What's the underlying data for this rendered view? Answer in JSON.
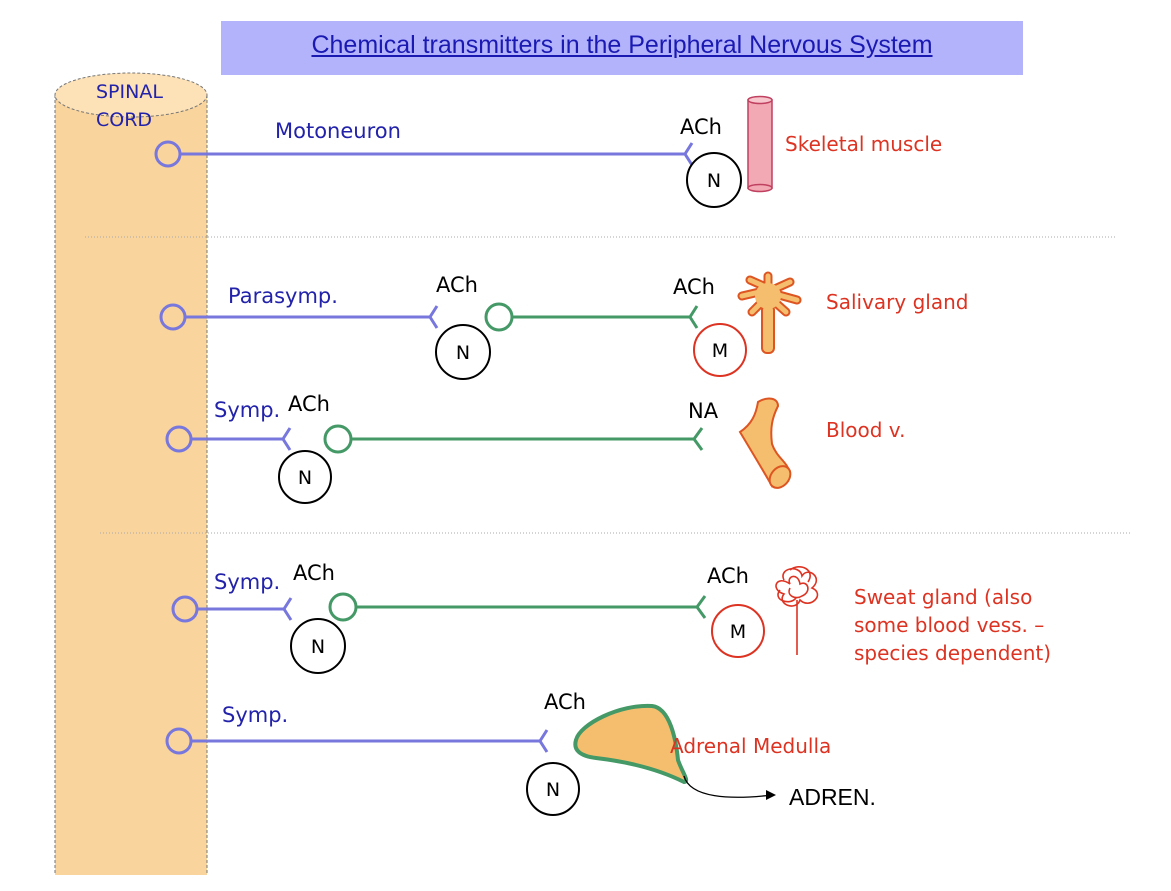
{
  "title": "Chemical transmitters in the Peripheral Nervous System",
  "spinal_cord": {
    "line1": "SPINAL",
    "line2": "CORD"
  },
  "pathways": {
    "motor": {
      "neuron": "Motoneuron",
      "transmitter": "ACh",
      "receptor": "N",
      "target": "Skeletal muscle"
    },
    "parasymp": {
      "neuron": "Parasymp.",
      "ganglion_transmitter": "ACh",
      "ganglion_receptor": "N",
      "end_transmitter": "ACh",
      "end_receptor": "M",
      "target": "Salivary gland"
    },
    "symp_blood": {
      "neuron": "Symp.",
      "ganglion_transmitter": "ACh",
      "ganglion_receptor": "N",
      "end_transmitter": "NA",
      "target": "Blood v."
    },
    "symp_sweat": {
      "neuron": "Symp.",
      "ganglion_transmitter": "ACh",
      "ganglion_receptor": "N",
      "end_transmitter": "ACh",
      "end_receptor": "M",
      "target_line1": "Sweat gland (also",
      "target_line2": "some blood vess. –",
      "target_line3": "species dependent)"
    },
    "symp_adrenal": {
      "neuron": "Symp.",
      "transmitter": "ACh",
      "receptor": "N",
      "target": "Adrenal Medulla",
      "output": "ADREN."
    }
  },
  "colors": {
    "preganglionic": "#7777dd",
    "postganglionic": "#449966",
    "organ": "#f5be6e",
    "label_red": "#dd3322",
    "label_blue": "#2222aa",
    "cord": "#f9d49c",
    "muscle": "#f3a9b4"
  }
}
